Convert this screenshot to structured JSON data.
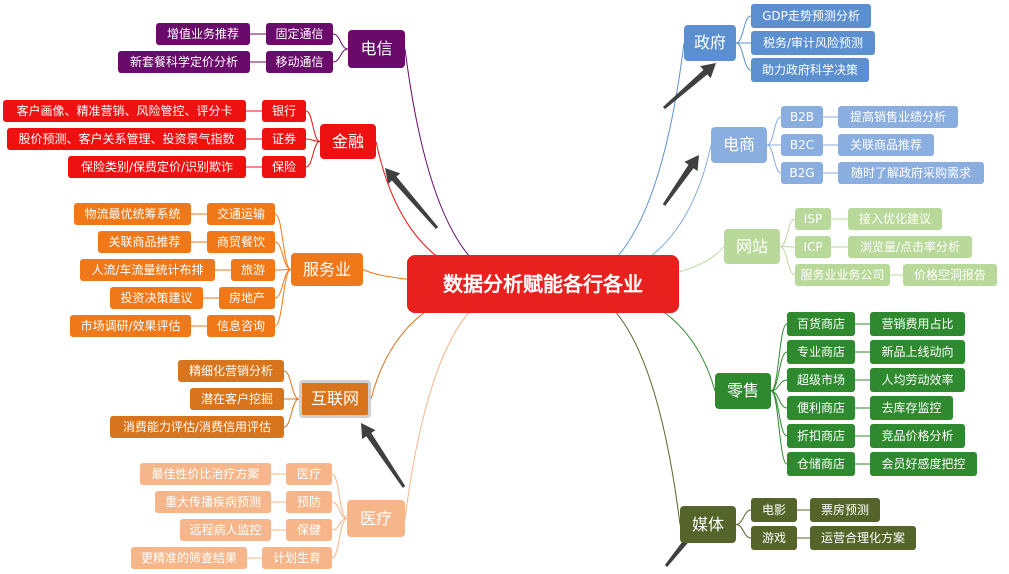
{
  "center": "数据分析赋能各行各业",
  "colors": {
    "telecom": "#6a0a6a",
    "finance": "#ee1111",
    "service": "#f07818",
    "internet": "#d8741c",
    "medical": "#f7b58a",
    "gov": "#5b8fd0",
    "ecom": "#8aaee0",
    "web": "#b9d99a",
    "retail": "#2f8a2f",
    "media": "#55652a",
    "center": "#e8201e"
  },
  "telecom": {
    "label": "电信",
    "subs": [
      "固定通信",
      "移动通信"
    ],
    "details": [
      "增值业务推荐",
      "新套餐科学定价分析"
    ]
  },
  "finance": {
    "label": "金融",
    "subs": [
      "银行",
      "证券",
      "保险"
    ],
    "details": [
      "客户画像、精准营销、风险管控、评分卡",
      "股价预测、客户关系管理、投资景气指数",
      "保险类别/保费定价/识别欺诈"
    ]
  },
  "service": {
    "label": "服务业",
    "subs": [
      "交通运输",
      "商贸餐饮",
      "旅游",
      "房地产",
      "信息咨询"
    ],
    "details": [
      "物流最优统筹系统",
      "关联商品推荐",
      "人流/车流量统计布排",
      "投资决策建议",
      "市场调研/效果评估"
    ]
  },
  "internet": {
    "label": "互联网",
    "details": [
      "精细化营销分析",
      "潜在客户挖掘",
      "消费能力评估/消费信用评估"
    ]
  },
  "medical": {
    "label": "医疗",
    "subs": [
      "医疗",
      "预防",
      "保健",
      "计划生育"
    ],
    "details": [
      "最佳性价比治疗方案",
      "重大传播疾病预测",
      "远程病人监控",
      "更精准的筛查结果"
    ]
  },
  "gov": {
    "label": "政府",
    "details": [
      "GDP走势预测分析",
      "税务/审计风险预测",
      "助力政府科学决策"
    ]
  },
  "ecom": {
    "label": "电商",
    "subs": [
      "B2B",
      "B2C",
      "B2G"
    ],
    "details": [
      "提高销售业绩分析",
      "关联商品推荐",
      "随时了解政府采购需求"
    ]
  },
  "web": {
    "label": "网站",
    "subs": [
      "ISP",
      "ICP",
      "服务业业务公司"
    ],
    "details": [
      "接入优化建议",
      "浏览量/点击率分析",
      "价格空洞报告"
    ]
  },
  "retail": {
    "label": "零售",
    "subs": [
      "百货商店",
      "专业商店",
      "超级市场",
      "便利商店",
      "折扣商店",
      "仓储商店"
    ],
    "details": [
      "营销费用占比",
      "新品上线动向",
      "人均劳动效率",
      "去库存监控",
      "竞品价格分析",
      "会员好感度把控"
    ]
  },
  "media": {
    "label": "媒体",
    "subs": [
      "电影",
      "游戏"
    ],
    "details": [
      "票房预测",
      "运营合理化方案"
    ]
  }
}
